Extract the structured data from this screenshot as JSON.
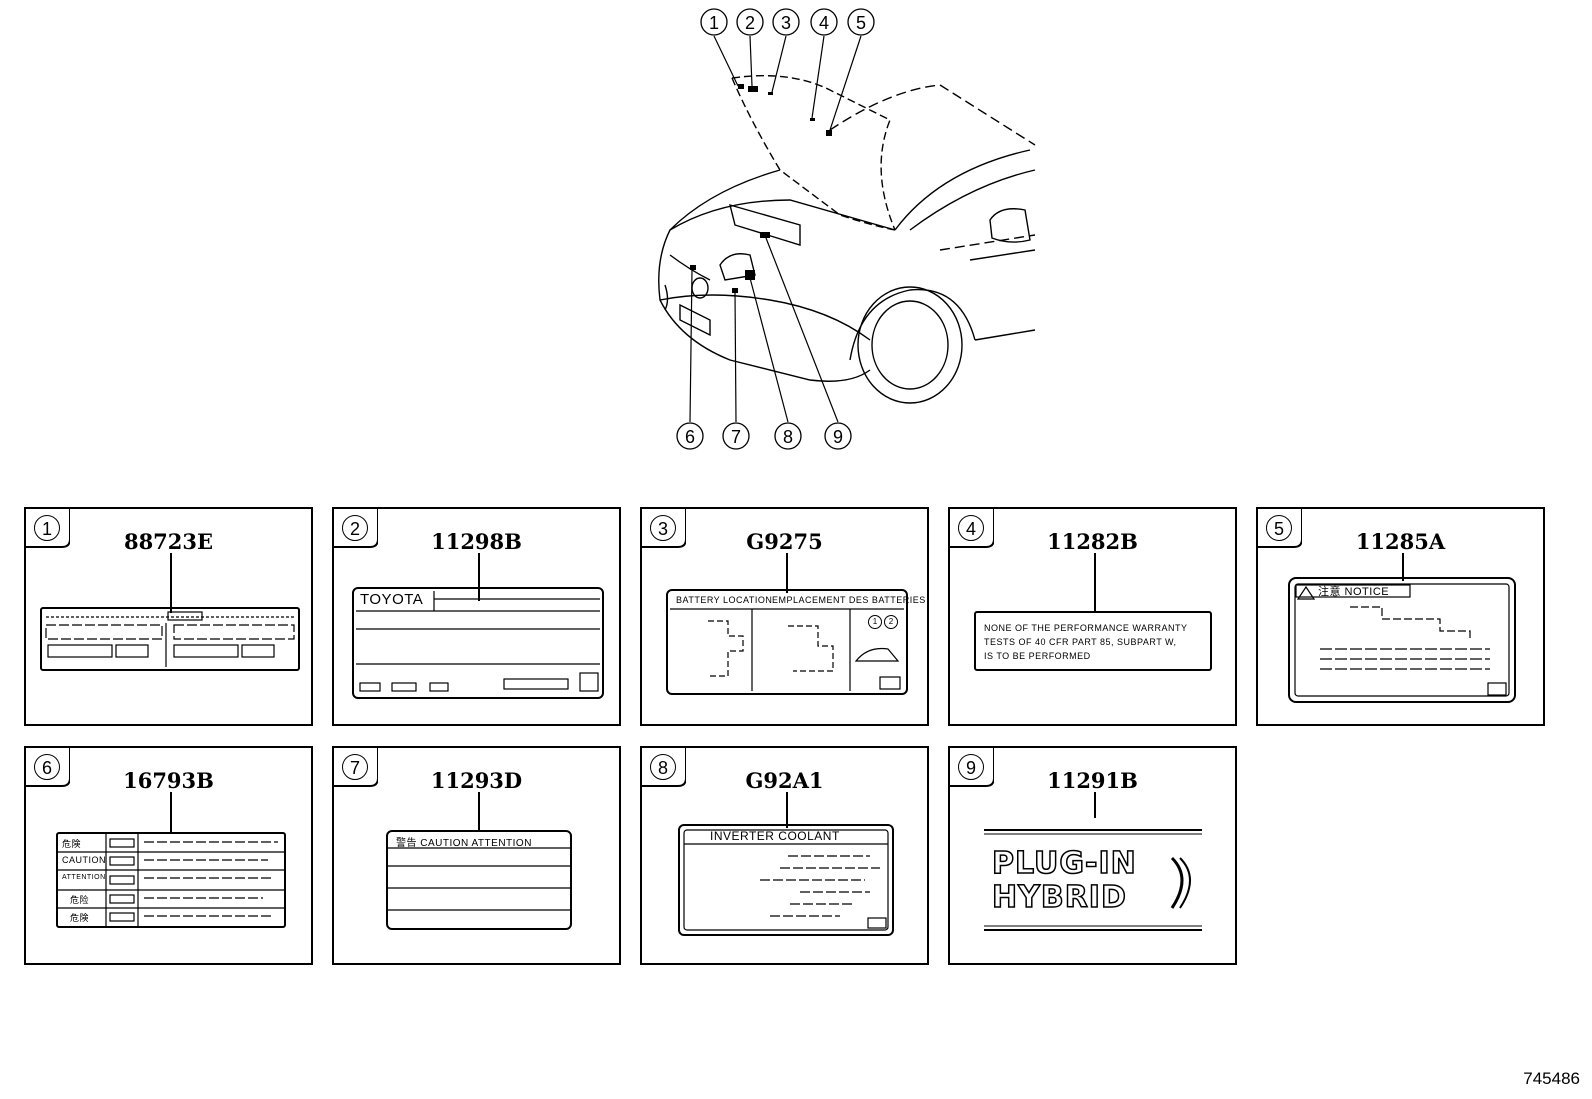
{
  "overview_callouts": [
    "1",
    "2",
    "3",
    "4",
    "5",
    "6",
    "7",
    "8",
    "9"
  ],
  "panels": [
    {
      "num": "1",
      "code": "88723E"
    },
    {
      "num": "2",
      "code": "11298B",
      "label_text": "TOYOTA"
    },
    {
      "num": "3",
      "code": "G9275",
      "label_text_left": "BATTERY LOCATION",
      "label_text_right": "EMPLACEMENT DES BATTERIES",
      "mini_callouts": [
        "1",
        "2"
      ]
    },
    {
      "num": "4",
      "code": "11282B",
      "label_lines": [
        "NONE OF THE PERFORMANCE WARRANTY",
        "TESTS OF 40 CFR PART 85, SUBPART W,",
        "IS TO BE PERFORMED"
      ]
    },
    {
      "num": "5",
      "code": "11285A",
      "label_text": "注意 NOTICE"
    },
    {
      "num": "6",
      "code": "16793B",
      "label_rows": [
        "危険",
        "CAUTION",
        "ATTENTION",
        "危险",
        "危険"
      ]
    },
    {
      "num": "7",
      "code": "11293D",
      "label_text": "警告 CAUTION ATTENTION"
    },
    {
      "num": "8",
      "code": "G92A1",
      "label_text": "INVERTER COOLANT"
    },
    {
      "num": "9",
      "code": "11291B",
      "label_lines": [
        "PLUG-IN",
        "HYBRID"
      ]
    }
  ],
  "diagram_id": "745486"
}
